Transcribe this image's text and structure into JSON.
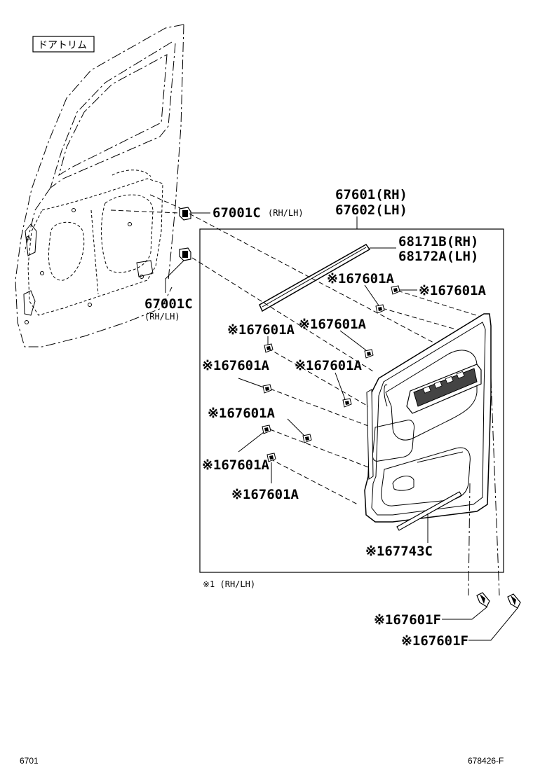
{
  "section_title": "ドアトリム",
  "footer": {
    "left": "6701",
    "right": "678426-F"
  },
  "note": "※1 (RH/LH)",
  "labels": {
    "clip_upper": {
      "code": "67001C",
      "suffix": "(RH/LH)"
    },
    "clip_lower": {
      "code": "67001C",
      "suffix": "(RH/LH)"
    },
    "panel_rh": "67601(RH)",
    "panel_lh": "67602(LH)",
    "weather_rh": "68171B(RH)",
    "weather_lh": "68172A(LH)",
    "clip_a1": "※167601A",
    "clip_a2": "※167601A",
    "clip_a3": "※167601A",
    "clip_a4": "※167601A",
    "clip_a5": "※167601A",
    "clip_a6": "※167601A",
    "clip_a7": "※167601A",
    "clip_a8": "※167601A",
    "clip_a9": "※167601A",
    "strip": "※167743C",
    "clip_f1": "※167601F",
    "clip_f2": "※167601F"
  }
}
